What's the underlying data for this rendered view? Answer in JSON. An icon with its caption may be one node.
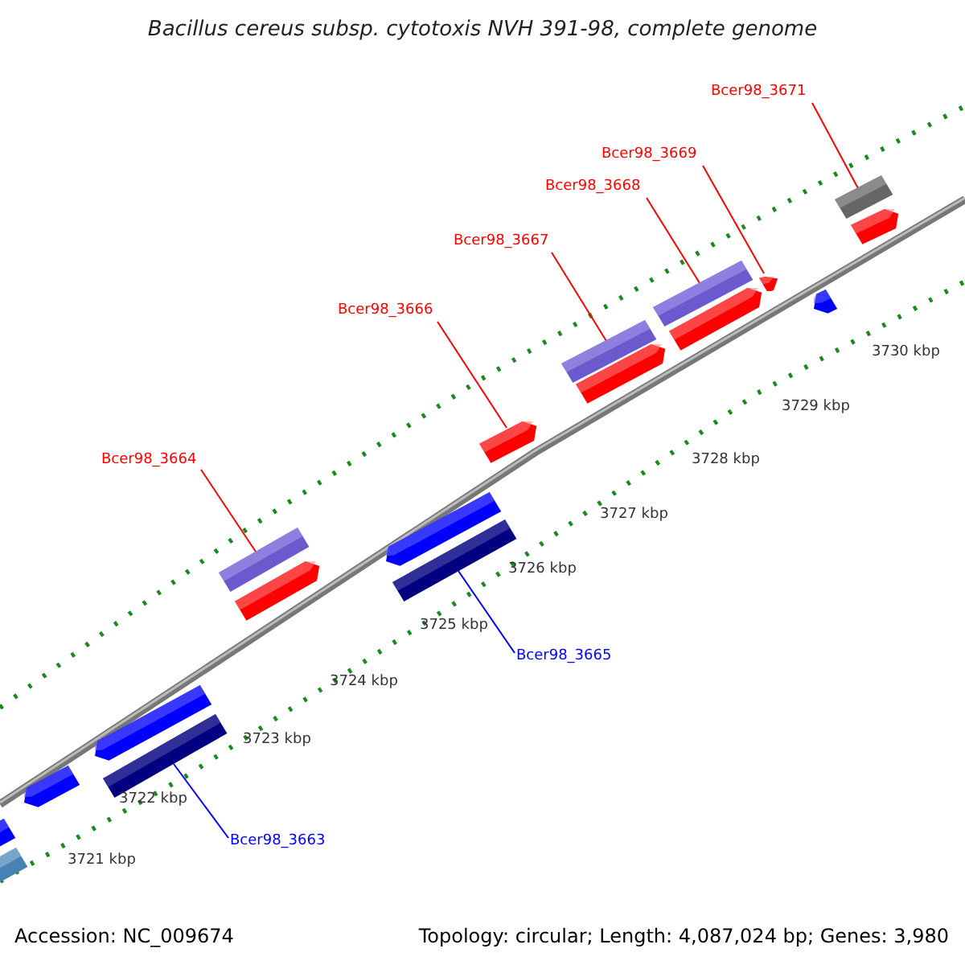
{
  "diagram": {
    "title": "Bacillus cereus subsp. cytotoxis NVH 391-98, complete genome",
    "nodes": [
      {
        "text": [
          "Bcer98_3671"
        ]
      },
      {
        "text": [
          "Bcer98_3669"
        ]
      },
      {
        "text": [
          "Bcer98_3668"
        ]
      },
      {
        "text": [
          "Bcer98_3667"
        ]
      },
      {
        "text": [
          "Bcer98_3666"
        ]
      },
      {
        "text": [
          "Bcer98_3664"
        ]
      },
      {
        "text": [
          "Bcer98_3665"
        ]
      },
      {
        "text": [
          "Bcer98_3663"
        ]
      },
      {
        "text": [],
        "shape": "bar"
      },
      {
        "text": [],
        "shape": "bar"
      },
      {
        "text": [],
        "shape": "bar"
      },
      {
        "text": [],
        "shape": "bar"
      },
      {
        "text": [],
        "shape": "bar"
      },
      {
        "text": [],
        "shape": "bar"
      },
      {
        "text": [],
        "shape": "bar"
      },
      {
        "text": [],
        "shape": "bar"
      }
    ],
    "edges": [
      {
        "from": 0,
        "to": 8,
        "arrow": "none"
      },
      {
        "from": 1,
        "to": 9,
        "arrow": "none"
      },
      {
        "from": 2,
        "to": 10,
        "arrow": "none"
      },
      {
        "from": 3,
        "to": 11,
        "arrow": "none"
      },
      {
        "from": 4,
        "to": 12,
        "arrow": "none"
      },
      {
        "from": 5,
        "to": 13,
        "arrow": "none"
      },
      {
        "from": 6,
        "to": 14,
        "arrow": "none",
        "color": "#0000ff"
      },
      {
        "from": 7,
        "to": 15,
        "arrow": "none",
        "color": "#0000ff"
      }
    ],
    "labels": [
      "3730 kbp",
      "3729 kbp",
      "3728 kbp",
      "3727 kbp",
      "3726 kbp",
      "3725 kbp",
      "3724 kbp",
      "3723 kbp",
      "3722 kbp",
      "3721 kbp",
      "Accession: NC_009674",
      "Topology: circular; Length: 4,087,024 bp; Genes: 3,980"
    ]
  }
}
